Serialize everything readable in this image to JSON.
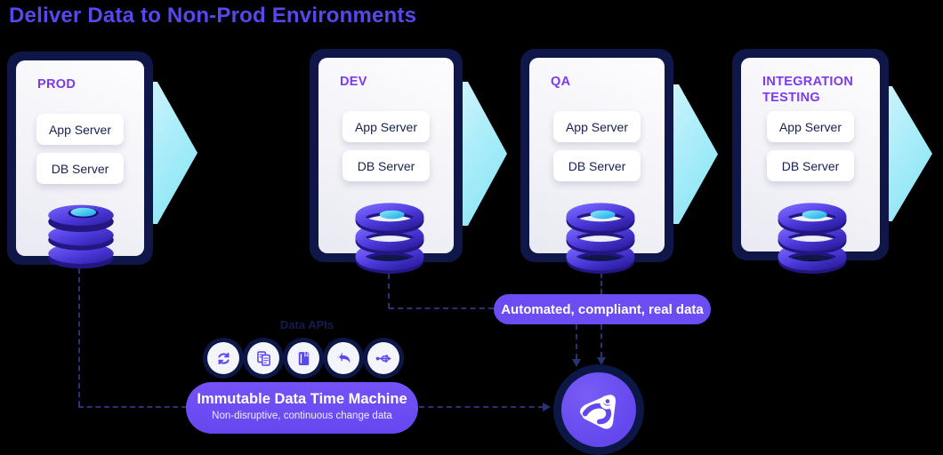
{
  "title": "Deliver Data to Non-Prod Environments",
  "environments": [
    {
      "label": "PROD",
      "servers": [
        "App Server",
        "DB Server"
      ]
    },
    {
      "label": "DEV",
      "servers": [
        "App Server",
        "DB Server"
      ]
    },
    {
      "label": "QA",
      "servers": [
        "App Server",
        "DB Server"
      ]
    },
    {
      "label": "INTEGRATION TESTING",
      "servers": [
        "App Server",
        "DB Server"
      ]
    }
  ],
  "data_apis": {
    "label": "Data APIs",
    "icons": [
      "sync-icon",
      "documents-icon",
      "book-icon",
      "undo-arrow-icon",
      "usb-icon"
    ]
  },
  "immutable_pill": {
    "title": "Immutable Data Time Machine",
    "subtitle": "Non-disruptive, continuous change data"
  },
  "automated_pill": {
    "label": "Automated, compliant, real data"
  },
  "colors": {
    "title_purple": "#5748EE",
    "env_label_purple": "#7C3BEC",
    "pill_purple": "#6C4DF3",
    "navy": "#0E1748",
    "flow_arrow_cyan": "#9AE8F8",
    "db_top_cyan": "#2FBBEE"
  }
}
